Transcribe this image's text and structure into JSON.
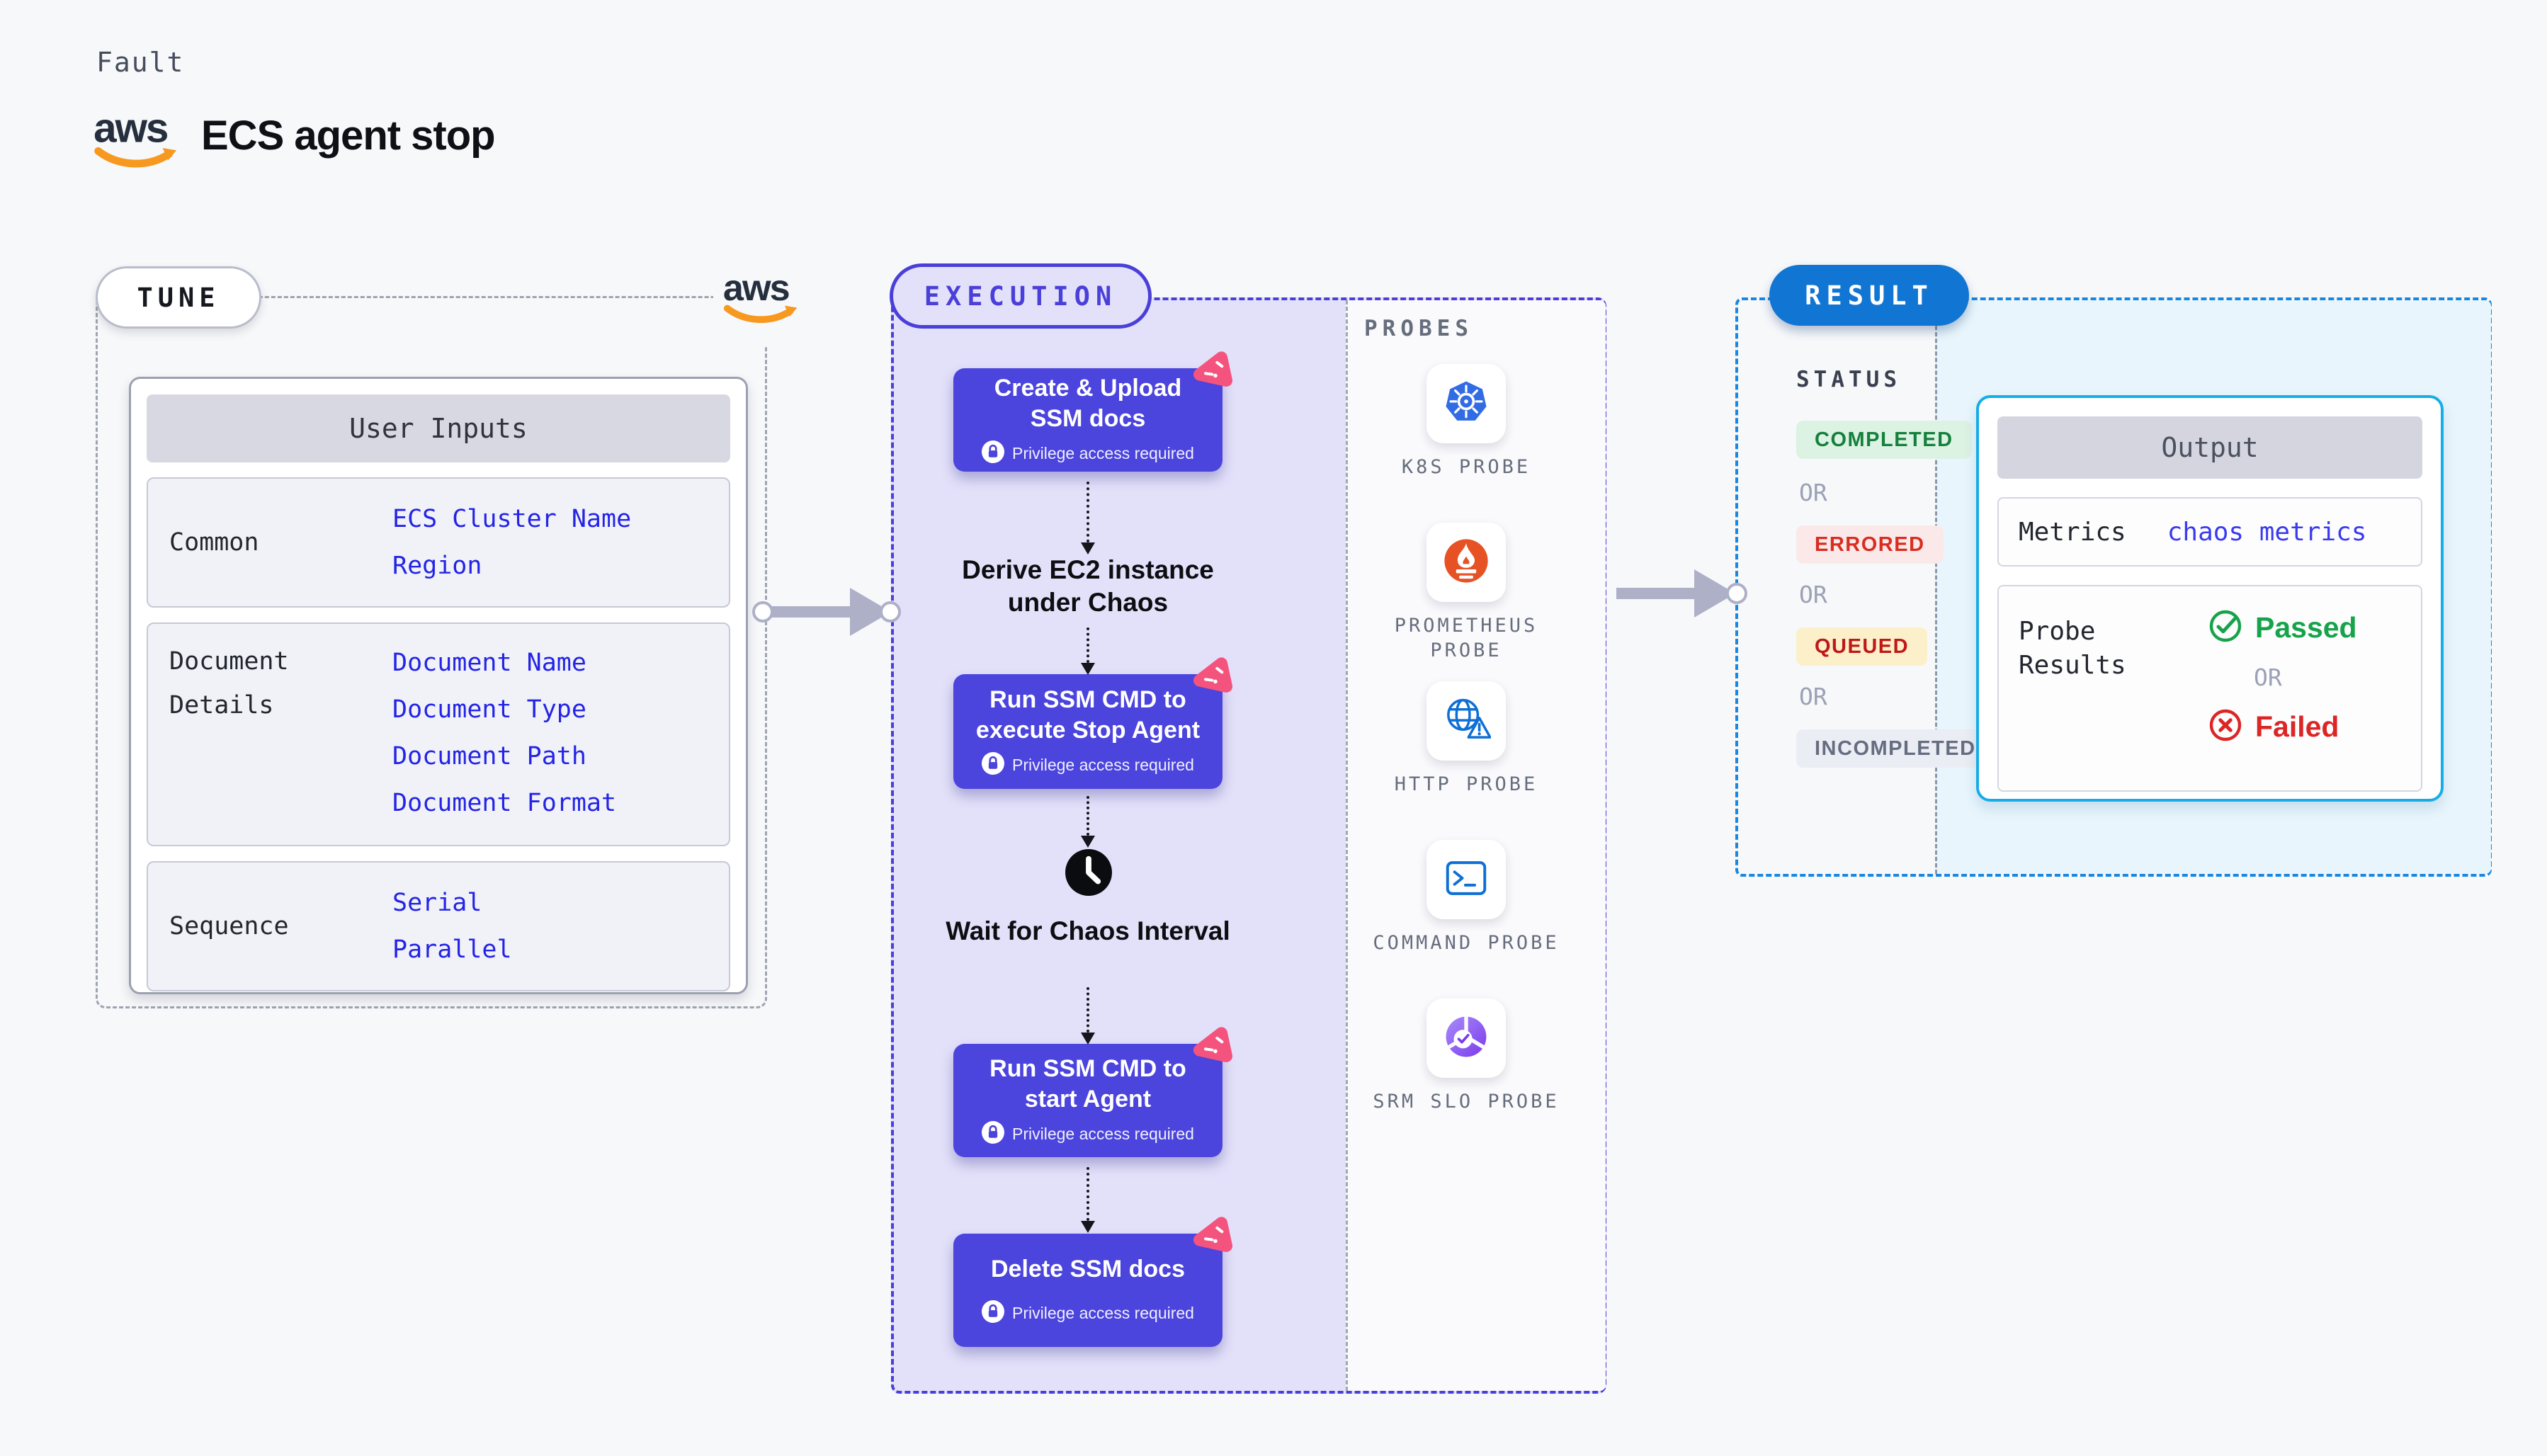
{
  "header": {
    "fault_label": "Fault",
    "title": "ECS agent stop",
    "aws_wordmark": "aws"
  },
  "tune": {
    "pill_label": "TUNE",
    "user_inputs": {
      "header": "User Inputs",
      "rows": [
        {
          "label": "Common",
          "values": [
            "ECS Cluster Name",
            "Region"
          ]
        },
        {
          "label": "Document Details",
          "values": [
            "Document Name",
            "Document Type",
            "Document Path",
            "Document Format"
          ]
        },
        {
          "label": "Sequence",
          "values": [
            "Serial",
            "Parallel"
          ]
        }
      ]
    }
  },
  "execution": {
    "pill_label": "EXECUTION",
    "privilege_label": "Privilege access required",
    "steps": {
      "create_upload": "Create & Upload SSM docs",
      "derive": "Derive EC2 instance under Chaos",
      "run_stop": "Run SSM CMD to execute Stop Agent",
      "wait": "Wait for Chaos Interval",
      "run_start": "Run SSM CMD to start Agent",
      "delete_docs": "Delete SSM docs"
    },
    "probes": {
      "header": "PROBES",
      "items": [
        {
          "name": "K8S PROBE",
          "icon": "kubernetes-icon"
        },
        {
          "name": "PROMETHEUS PROBE",
          "icon": "prometheus-icon"
        },
        {
          "name": "HTTP PROBE",
          "icon": "http-globe-icon"
        },
        {
          "name": "COMMAND PROBE",
          "icon": "terminal-icon"
        },
        {
          "name": "SRM SLO PROBE",
          "icon": "srm-slo-icon"
        }
      ]
    }
  },
  "result": {
    "pill_label": "RESULT",
    "status": {
      "header": "STATUS",
      "or_label": "OR",
      "badges": [
        {
          "label": "COMPLETED",
          "color": "#15803D",
          "bg": "#DCF3E3"
        },
        {
          "label": "ERRORED",
          "color": "#D92D20",
          "bg": "#FBE9E9"
        },
        {
          "label": "QUEUED",
          "color": "#C01818",
          "bg": "#FBF0C9"
        },
        {
          "label": "INCOMPLETED",
          "color": "#656D80",
          "bg": "#EBEDF4"
        }
      ]
    },
    "output": {
      "header": "Output",
      "metrics_label": "Metrics",
      "metrics_value": "chaos metrics",
      "probe_results_label": "Probe Results",
      "or_label": "OR",
      "passed_label": "Passed",
      "failed_label": "Failed"
    }
  },
  "colors": {
    "accent_indigo": "#4A3FD8",
    "box_indigo": "#4B44DD",
    "lavender": "#E3E1F9",
    "result_blue": "#1176D3",
    "output_border": "#16ADE7",
    "link_blue": "#2424E6",
    "chaos_pink": "#F4537E",
    "passed_green": "#16A34A",
    "failed_red": "#DC2626"
  }
}
